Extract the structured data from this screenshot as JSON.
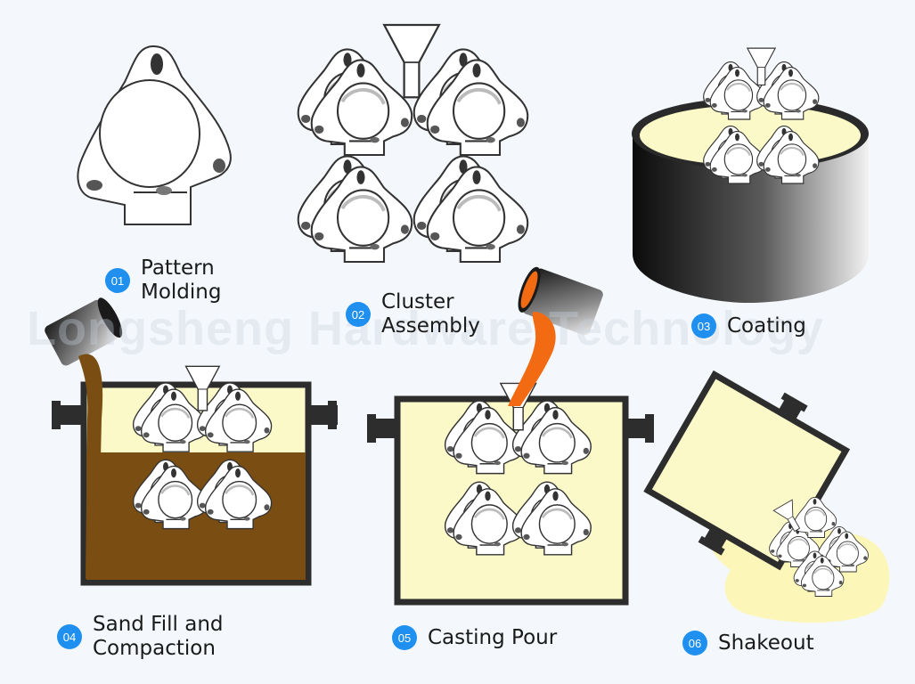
{
  "watermark": "Longsheng Hardware Technology",
  "steps": [
    {
      "number": "01",
      "label": "Pattern\nMolding"
    },
    {
      "number": "02",
      "label": "Cluster\nAssembly"
    },
    {
      "number": "03",
      "label": "Coating"
    },
    {
      "number": "04",
      "label": "Sand Fill and\nCompaction"
    },
    {
      "number": "05",
      "label": "Casting Pour"
    },
    {
      "number": "06",
      "label": "Shakeout"
    }
  ],
  "colors": {
    "badge": "#1f8ff0",
    "sand": "#fcf9c8",
    "packed_sand": "#7a4d12",
    "molten_metal": "#f26a12",
    "flask": "#2d2d2d"
  }
}
